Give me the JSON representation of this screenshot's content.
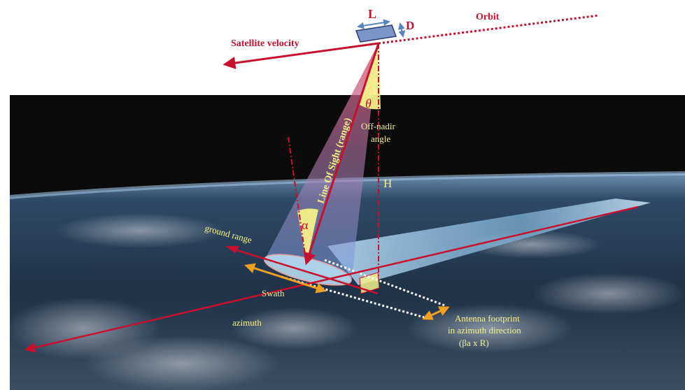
{
  "labels": {
    "length": "L",
    "depth": "D",
    "orbit": "Orbit",
    "satellite_velocity": "Satellite velocity",
    "theta": "θ",
    "off_nadir_line1": "Off-nadir",
    "off_nadir_line2": "angle",
    "line_of_sight": "Line Of Sight (range)",
    "height": "H",
    "alpha": "α",
    "ground_range": "ground range",
    "swath": "Swath",
    "azimuth": "azimuth",
    "footprint_line1": "Antenna footprint",
    "footprint_line2": "in azimuth direction",
    "footprint_line3": "(βa x R)"
  },
  "colors": {
    "red": "#c8102e",
    "dark_red": "#a00000",
    "yellow": "#f5f08a",
    "orange": "#f0a020",
    "blue_arrow": "#5a86c0",
    "satellite": "#7b95c9",
    "space": "#0b0b0c"
  }
}
